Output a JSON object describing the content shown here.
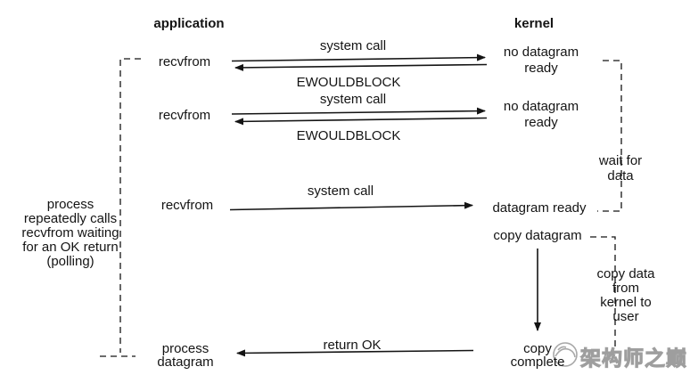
{
  "headers": {
    "application": "application",
    "kernel": "kernel"
  },
  "app_column": {
    "recvfrom_1": "recvfrom",
    "recvfrom_2": "recvfrom",
    "recvfrom_3": "recvfrom",
    "process_datagram": "process\ndatagram"
  },
  "kernel_column": {
    "no_datagram_1": "no datagram\nready",
    "no_datagram_2": "no datagram\nready",
    "datagram_ready": "datagram ready",
    "copy_datagram": "copy datagram",
    "copy_complete": "copy\ncomplete"
  },
  "call_labels": {
    "system_call_1": "system call",
    "ewouldblock_1": "EWOULDBLOCK",
    "system_call_2": "system call",
    "ewouldblock_2": "EWOULDBLOCK",
    "system_call_3": "system call",
    "return_ok": "return OK"
  },
  "annotations": {
    "polling_note": "process\nrepeatedly calls\nrecvfrom waiting\nfor an OK return\n(polling)",
    "wait_for_data": "wait for\ndata",
    "copy_kernel_to_user": "copy data from\nkernel to user"
  },
  "watermark": {
    "text": "架构师之巅"
  },
  "colors": {
    "line": "#141414",
    "text": "#141414",
    "watermark": "#9e9e9e"
  }
}
